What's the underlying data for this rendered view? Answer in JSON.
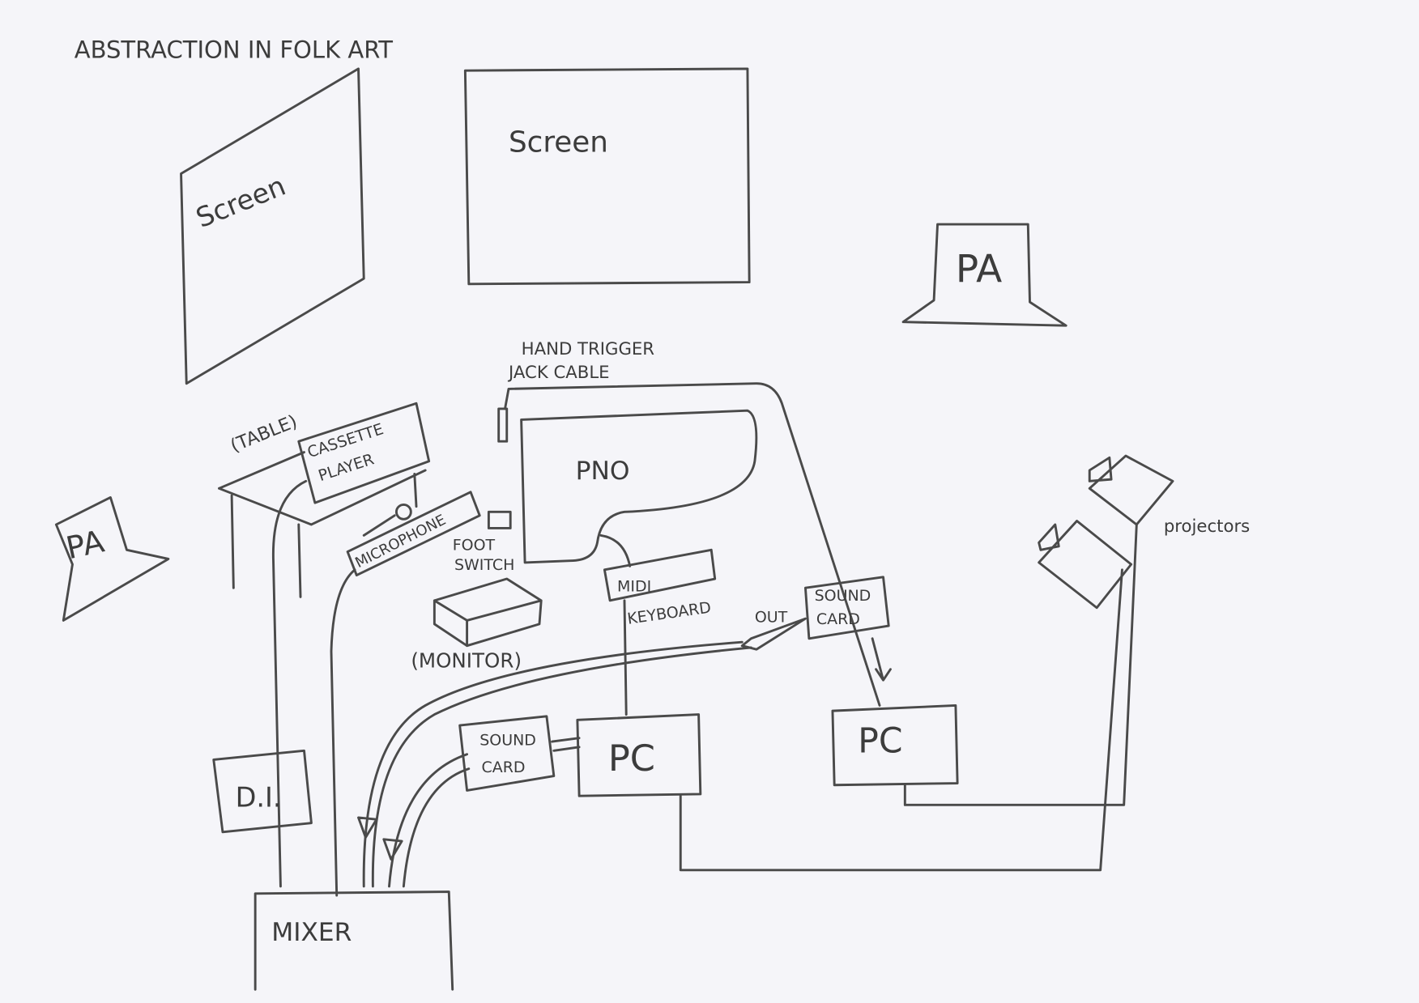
{
  "title": "ABSTRACTION IN FOLK ART",
  "labels": {
    "screen_left": "Screen",
    "screen_center": "Screen",
    "pa_right": "PA",
    "pa_left": "PA",
    "hand_trigger": "HAND TRIGGER",
    "jack_cable": "JACK CABLE",
    "table": "(TABLE)",
    "cassette_1": "CASSETTE",
    "cassette_2": "PLAYER",
    "piano": "PNO",
    "microphone": "MICROPHONE",
    "foot": "FOOT",
    "switch": "SWITCH",
    "monitor": "(MONITOR)",
    "midi": "MIDI",
    "keyboard": "KEYBOARD",
    "out": "OUT",
    "sound_card_right_1": "SOUND",
    "sound_card_right_2": "CARD",
    "sound_card_left_1": "SOUND",
    "sound_card_left_2": "CARD",
    "pc_left": "PC",
    "pc_right": "PC",
    "projectors": "projectors",
    "di": "D.I.",
    "mixer": "MIXER"
  }
}
